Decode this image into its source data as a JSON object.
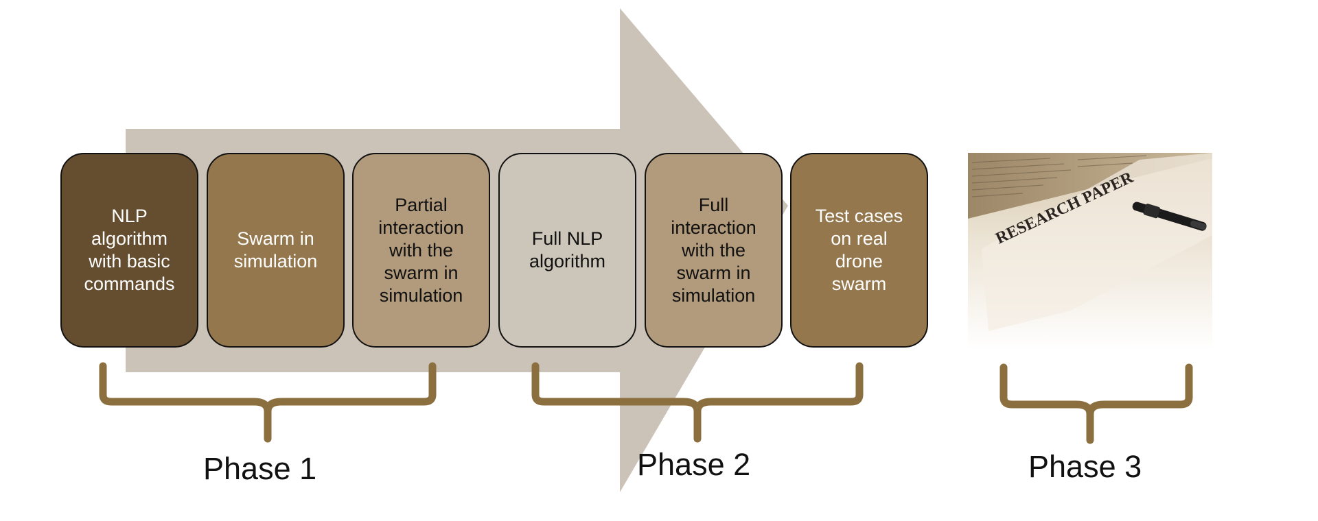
{
  "steps": [
    {
      "lines": [
        "NLP",
        "algorithm",
        "with basic",
        "commands"
      ],
      "color": "#654e2f"
    },
    {
      "lines": [
        "Swarm in",
        "simulation"
      ],
      "color": "#94774d"
    },
    {
      "lines": [
        "Partial",
        "interaction",
        "with the",
        "swarm in",
        "simulation"
      ],
      "color": "#b19b7c"
    },
    {
      "lines": [
        "Full NLP",
        "algorithm"
      ],
      "color": "#ccc5b9"
    },
    {
      "lines": [
        "Full",
        "interaction",
        "with the",
        "swarm  in",
        "simulation"
      ],
      "color": "#b19b7c"
    },
    {
      "lines": [
        "Test cases",
        "on real",
        "drone",
        "swarm"
      ],
      "color": "#94774d"
    }
  ],
  "phases": [
    "Phase 1",
    "Phase 2",
    "Phase 3"
  ],
  "image": {
    "text": "RESEARCH PAPER"
  },
  "colors": {
    "arrow": "#cbc3b7",
    "brace": "#8b6f3f"
  }
}
